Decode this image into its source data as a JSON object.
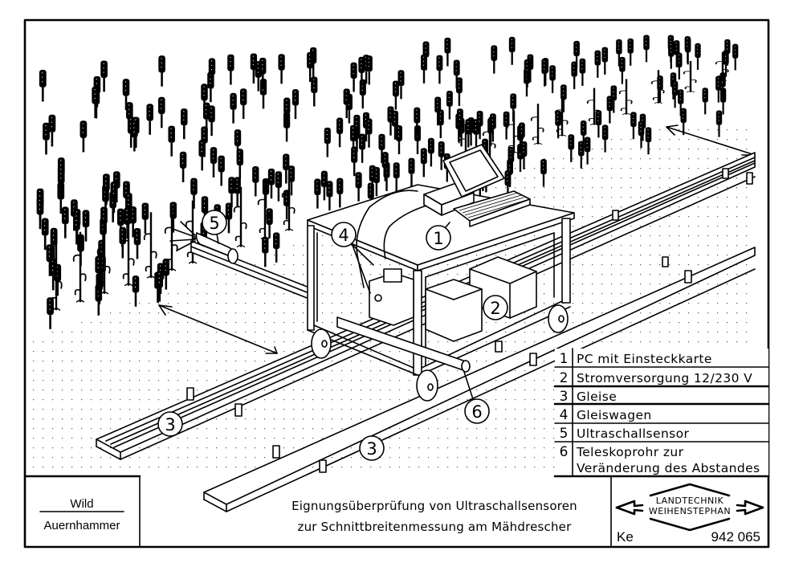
{
  "drawing": {
    "subject": "Ultrasonic sensor test rig on rails beside a grain crop stand",
    "callouts": [
      {
        "id": "1",
        "label": "1"
      },
      {
        "id": "2",
        "label": "2"
      },
      {
        "id": "3a",
        "label": "3"
      },
      {
        "id": "3b",
        "label": "3"
      },
      {
        "id": "4",
        "label": "4"
      },
      {
        "id": "5",
        "label": "5"
      },
      {
        "id": "6",
        "label": "6"
      }
    ]
  },
  "legend": {
    "items": [
      {
        "num": "1",
        "text": "PC mit Einsteckkarte"
      },
      {
        "num": "2",
        "text": "Stromversorgung 12/230 V"
      },
      {
        "num": "3",
        "text": "Gleise"
      },
      {
        "num": "4",
        "text": "Gleiswagen"
      },
      {
        "num": "5",
        "text": "Ultraschallsensor"
      },
      {
        "num": "6",
        "text": "Teleskoprohr zur",
        "text2": "Veränderung des Abstandes"
      }
    ]
  },
  "title_block": {
    "author_top": "Wild",
    "author_bottom": "Auernhammer",
    "title_line1": "Eignungsüberprüfung von Ultraschallsensoren",
    "title_line2": "zur Schnittbreitenmessung am Mähdrescher",
    "logo_line1": "LANDTECHNIK",
    "logo_line2": "WEIHENSTEPHAN",
    "drafter": "Ke",
    "drawing_number": "942 065"
  }
}
